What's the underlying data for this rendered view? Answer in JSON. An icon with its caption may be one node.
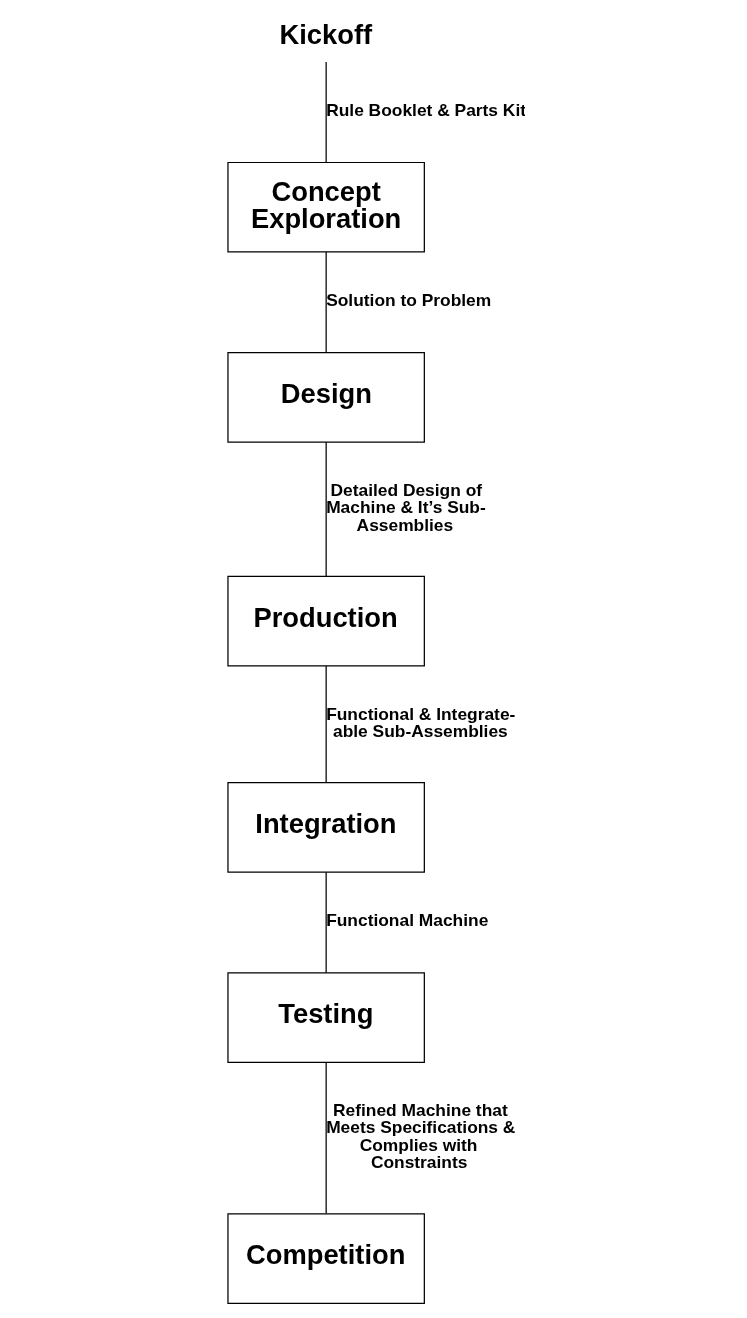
{
  "diagram": {
    "nodes": [
      {
        "text": [
          "Kickoff"
        ]
      },
      {
        "text": [
          "Concept Exploration"
        ]
      },
      {
        "text": [
          "Design"
        ]
      },
      {
        "text": [
          "Production"
        ]
      },
      {
        "text": [
          "Integration"
        ]
      },
      {
        "text": [
          "Testing"
        ]
      },
      {
        "text": [
          "Competition"
        ]
      }
    ],
    "edges": [
      {
        "from": 0,
        "to": 1,
        "arrow": "none",
        "label": "Rule Booklet & Parts Kit"
      },
      {
        "from": 1,
        "to": 2,
        "arrow": "none",
        "label": "Solution to Problem"
      },
      {
        "from": 2,
        "to": 3,
        "arrow": "none",
        "label": "Detailed Design of Machine & It’s Sub-Assemblies"
      },
      {
        "from": 3,
        "to": 4,
        "arrow": "none",
        "label": "Functional & Integrate-able Sub-Assemblies"
      },
      {
        "from": 4,
        "to": 5,
        "arrow": "none",
        "label": "Functional Machine"
      },
      {
        "from": 5,
        "to": 6,
        "arrow": "none",
        "label": "Refined Machine that Meets Specifications & Complies with Constraints"
      }
    ]
  }
}
